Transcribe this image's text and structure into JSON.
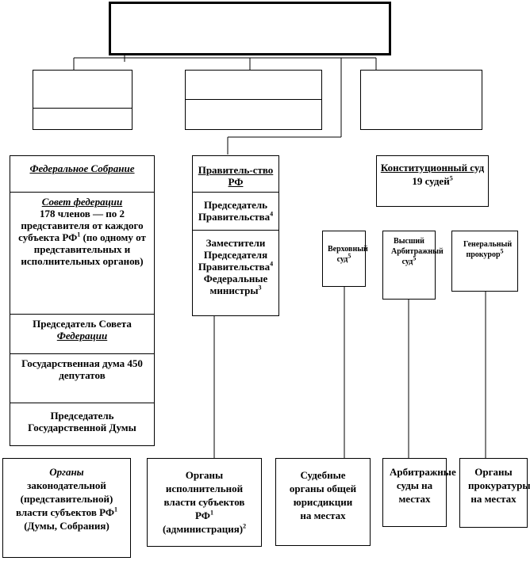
{
  "federal_assembly": {
    "title": "Федеральное Собрание",
    "council_title": "Совет федерации",
    "council_text_a": "178 членов — по 2 представителя от каждого субъекта РФ",
    "council_sup": "1",
    "council_text_b": "(по одному от представительных и исполнительных органов)",
    "council_chair_a": "Председатель Совета",
    "council_chair_b": "Федерации",
    "duma": "Государственная дума 450 депутатов",
    "duma_chair": "Председатель Государственной Думы"
  },
  "government": {
    "title": "Правитель-ство РФ",
    "chair": "Председатель Правительства",
    "chair_sup": "4",
    "deputies": "Заместители Председателя Правительства",
    "deputies_sup": "4",
    "ministers": "Федеральные министры",
    "ministers_sup": "3"
  },
  "constitutional_court": {
    "title": "Конституционный суд",
    "judges": "19 судей",
    "judges_sup": "5"
  },
  "supreme_court": {
    "label": "Верховный суд",
    "sup": "5"
  },
  "arbitration_court": {
    "label": "Высший Арбитражный суд",
    "sup": "5"
  },
  "prosecutor": {
    "label": "Генеральный прокурор",
    "sup": "5"
  },
  "regional_legislative": {
    "italic": "Органы",
    "text": "законодательной (представительной) власти субъектов РФ",
    "sup": "1",
    "tail": "(Думы, Собрания)"
  },
  "regional_executive": {
    "text": "Органы исполнительной власти субъектов РФ",
    "sup": "1",
    "tail": "(администрация)",
    "tail_sup": "2"
  },
  "local_courts": "Судебные органы общей юрисдикции на местах",
  "local_arbitration": "Арбитражные суды на местах",
  "local_prosecution": "Органы прокуратуры на местах"
}
